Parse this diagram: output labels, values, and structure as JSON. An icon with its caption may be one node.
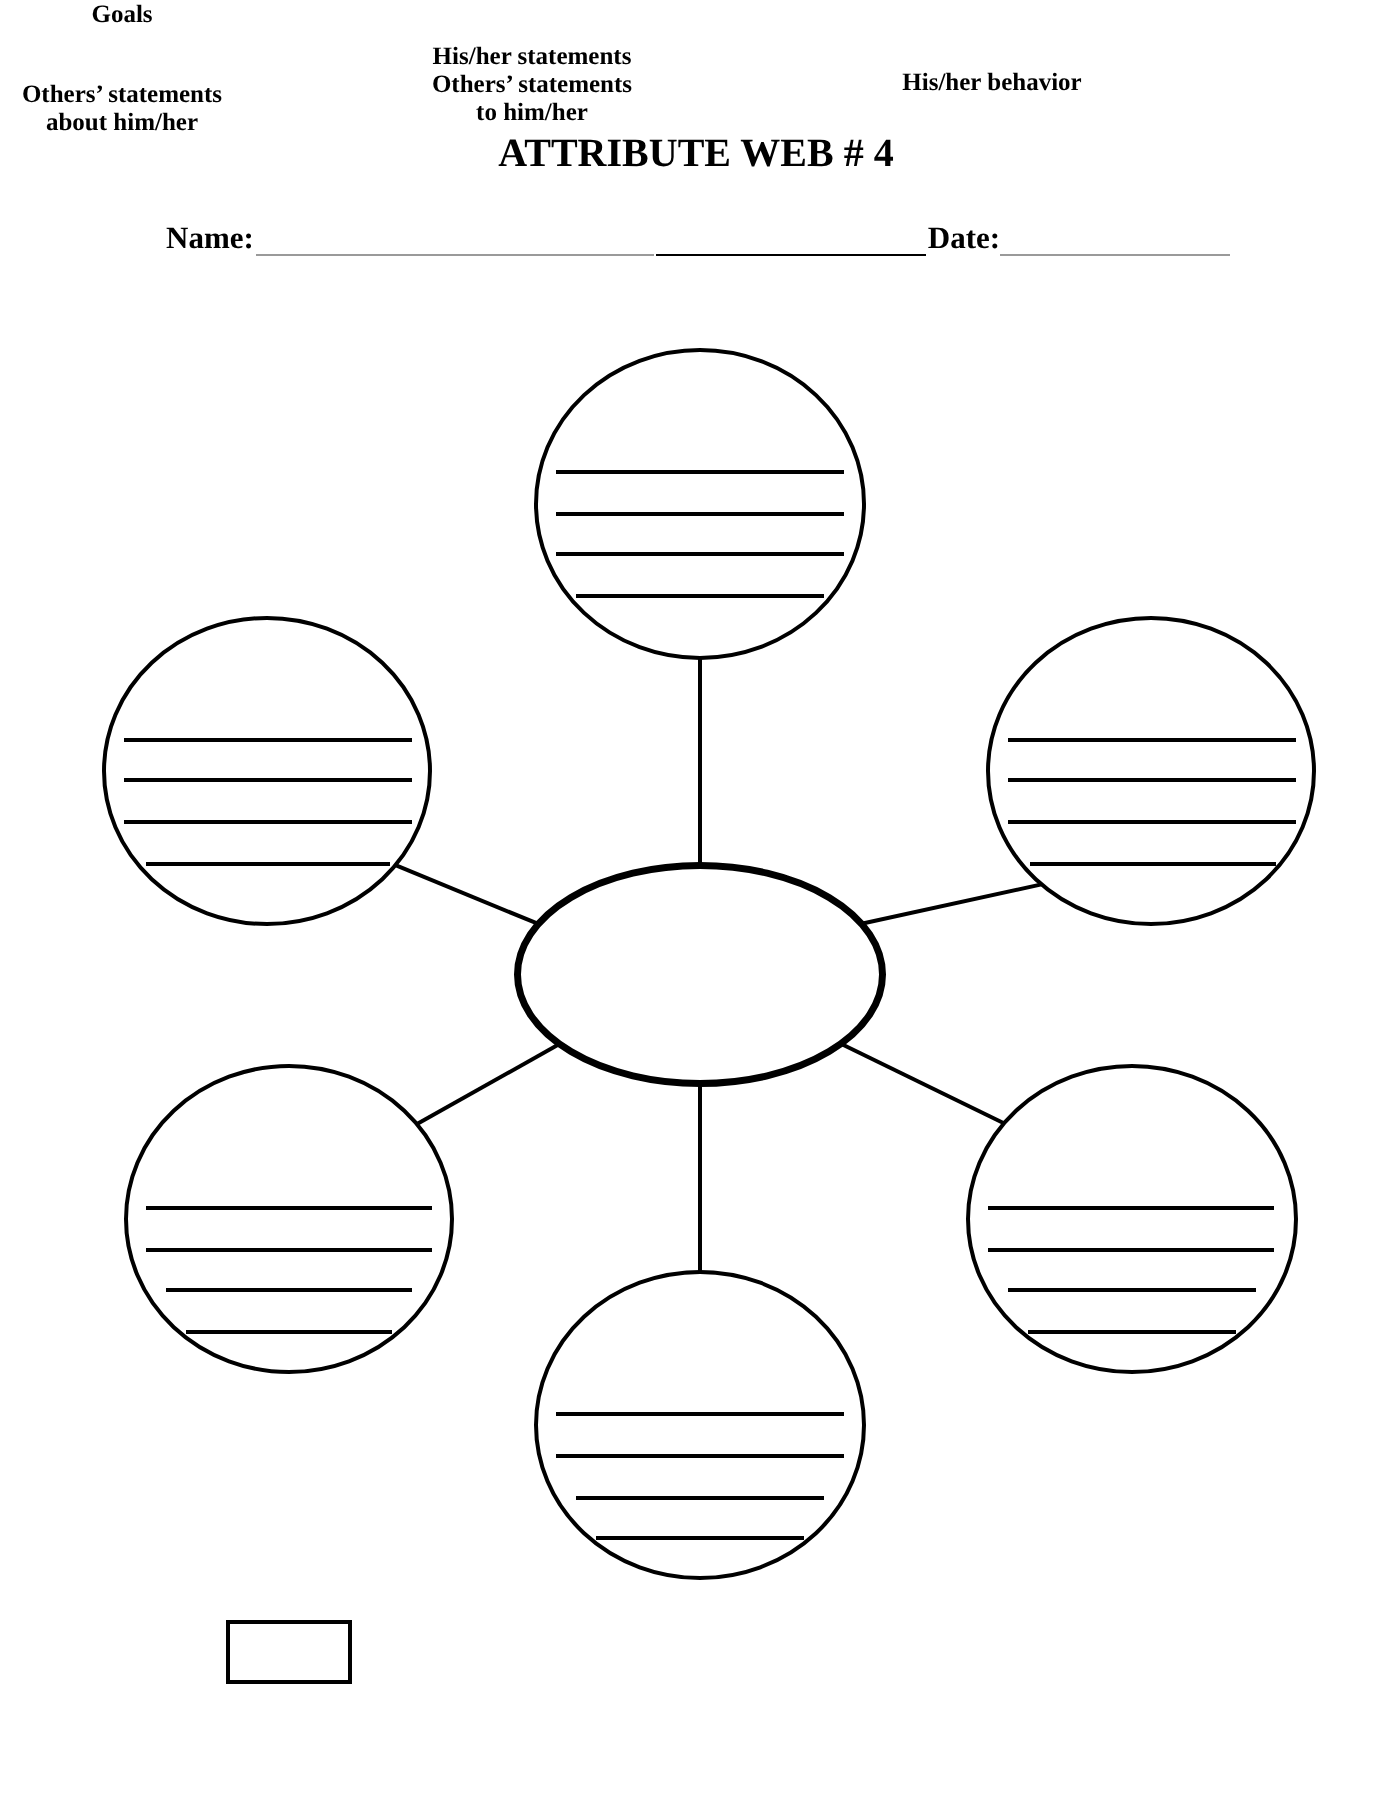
{
  "diagram": {
    "title": "ATTRIBUTE WEB # 4",
    "nodes": [
      {
        "text": [],
        "shape": "circle"
      },
      {
        "text": [],
        "shape": "circle"
      },
      {
        "text": [],
        "shape": "circle"
      },
      {
        "text": [],
        "shape": "ellipse"
      },
      {
        "text": [],
        "shape": "circle"
      },
      {
        "text": [],
        "shape": "circle"
      },
      {
        "text": [],
        "shape": "circle"
      }
    ],
    "edges": [
      {
        "from": 3,
        "to": 0,
        "arrow": "none"
      },
      {
        "from": 3,
        "to": 1,
        "arrow": "none"
      },
      {
        "from": 3,
        "to": 2,
        "arrow": "none"
      },
      {
        "from": 3,
        "to": 4,
        "arrow": "none"
      },
      {
        "from": 3,
        "to": 5,
        "arrow": "none"
      },
      {
        "from": 3,
        "to": 6,
        "arrow": "none"
      }
    ],
    "labels": [
      "Goals",
      "Others’ statements about him/her",
      "His/her statements",
      "Others’ statements to him/her",
      "His/her behavior",
      "Name:",
      "Date:"
    ]
  }
}
